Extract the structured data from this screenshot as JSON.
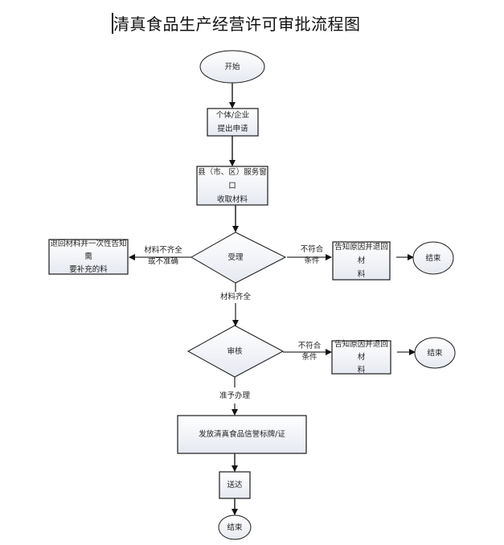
{
  "title": "清真食品生产经营许可审批流程图",
  "nodes": {
    "start": "开始",
    "apply_line1": "个体/企业",
    "apply_line2": "提出申请",
    "window_line1": "县（市、区）服务窗口",
    "window_line2": "收取材料",
    "accept": "受理",
    "return_left_line1": "退回材料并一次性告知需",
    "return_left_line2": "要补充的料",
    "notify1_line1": "告知原因并退回 材",
    "notify1_line2": "料",
    "end1": "结束",
    "review": "审核",
    "notify2_line1": "告知原因并退回材",
    "notify2_line2": "料",
    "end2": "结束",
    "issue": "发放清真食品信誉标牌/证",
    "deliver": "送达",
    "end3": "结束"
  },
  "edges": {
    "incomplete_line1": "材料不齐全",
    "incomplete_line2": "或不准确",
    "not_qualified1_line1": "不符合",
    "not_qualified1_line2": "条件",
    "complete": "材料齐全",
    "not_qualified2_line1": "不符合",
    "not_qualified2_line2": "条件",
    "approve": "准予办理"
  },
  "colors": {
    "stroke": "#1a1a1a",
    "box_fill_top": "#ffffff",
    "box_fill_bottom": "#e8ebf2",
    "edge": "#333333"
  }
}
